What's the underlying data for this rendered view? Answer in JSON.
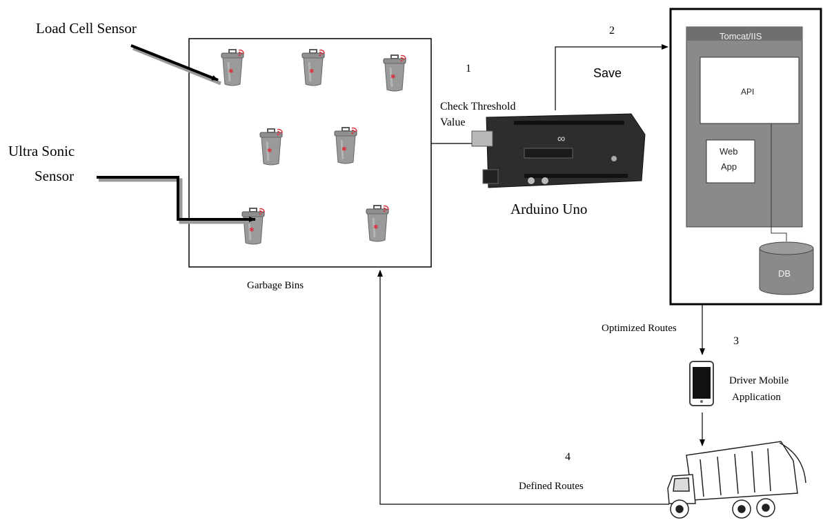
{
  "labels": {
    "load_cell_sensor": "Load Cell Sensor",
    "ultra_sonic_line1": "Ultra Sonic",
    "ultra_sonic_line2": "Sensor",
    "garbage_bins": "Garbage Bins",
    "step1": "1",
    "check_threshold_line1": "Check Threshold",
    "check_threshold_line2": "Value",
    "step2": "2",
    "save": "Save",
    "arduino": "Arduino Uno",
    "server": "Tomcat/IIS",
    "api": "API",
    "web_app_line1": "Web",
    "web_app_line2": "App",
    "db": "DB",
    "optimized_routes": "Optimized  Routes",
    "step3": "3",
    "driver_line1": "Driver Mobile",
    "driver_line2": "Application",
    "step4": "4",
    "defined_routes": "Defined Routes"
  },
  "colors": {
    "bin_gray": "#8f8f8f",
    "bin_dark": "#5a5a5a",
    "wifi_red": "#d9333f",
    "server_gray": "#8a8a8a",
    "server_dark": "#6f6f6f",
    "arduino_board": "#2d2d2d"
  },
  "icons": {
    "bin": "trash-bin-icon",
    "board": "arduino-board-icon",
    "phone": "smartphone-icon",
    "truck": "garbage-truck-icon",
    "database": "database-icon"
  }
}
